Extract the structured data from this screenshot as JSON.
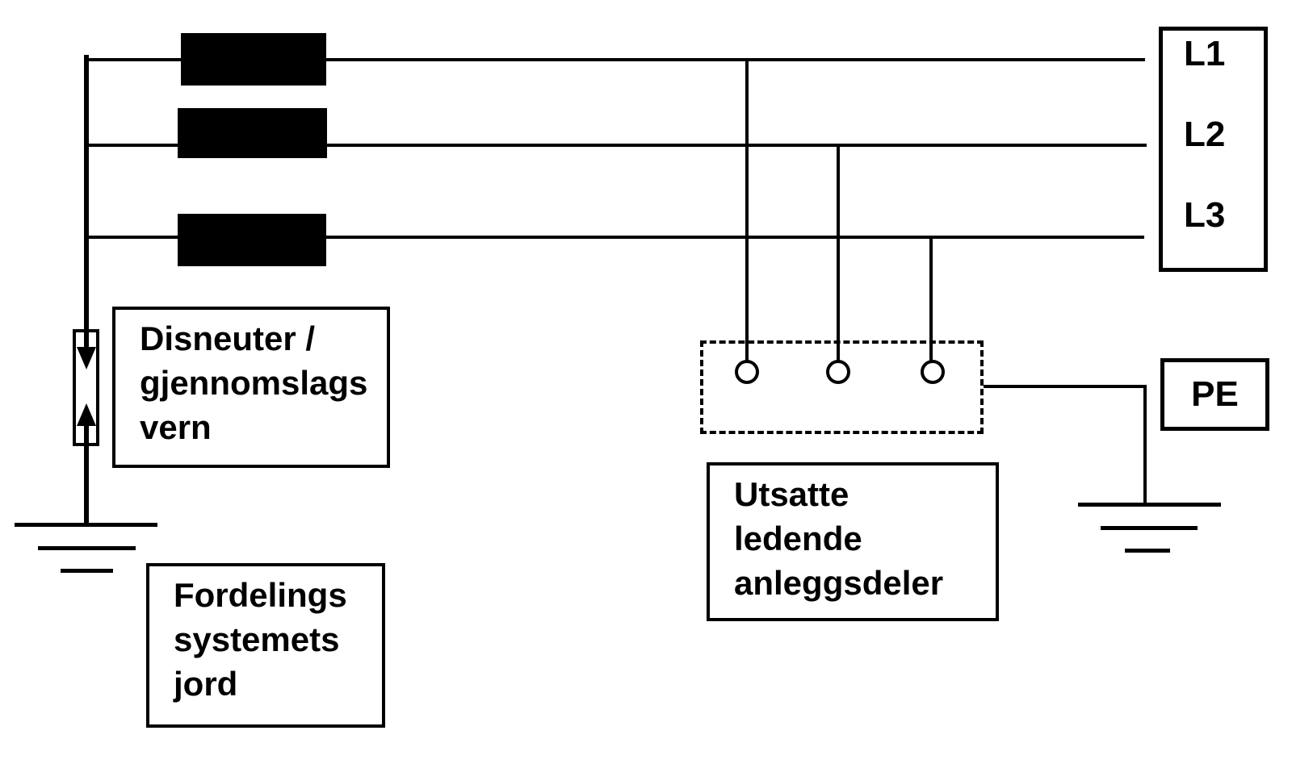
{
  "diagram_type": "it-earthing-system-schematic",
  "colors": {
    "background": "#ffffff",
    "line": "#000000",
    "winding_fill": "#000000",
    "text": "#000000"
  },
  "phase_box": {
    "labels": {
      "l1": "L1",
      "l2": "L2",
      "l3": "L3"
    }
  },
  "pe_box": {
    "label": "PE"
  },
  "boxes": {
    "arrester": {
      "lines": [
        "Disneuter /",
        "gjennomslags",
        "vern"
      ]
    },
    "system_earth": {
      "lines": [
        "Fordelings",
        "systemets",
        "jord"
      ]
    },
    "exposed_parts": {
      "lines": [
        "Utsatte",
        "ledende",
        "anleggsdeler"
      ]
    }
  },
  "symbols": {
    "spark_gap": "surge-arrester-icon",
    "earth_left": "earth-ground-icon",
    "earth_right": "earth-ground-icon",
    "winding": "transformer-winding-icon",
    "terminal": "terminal-circle-icon"
  }
}
